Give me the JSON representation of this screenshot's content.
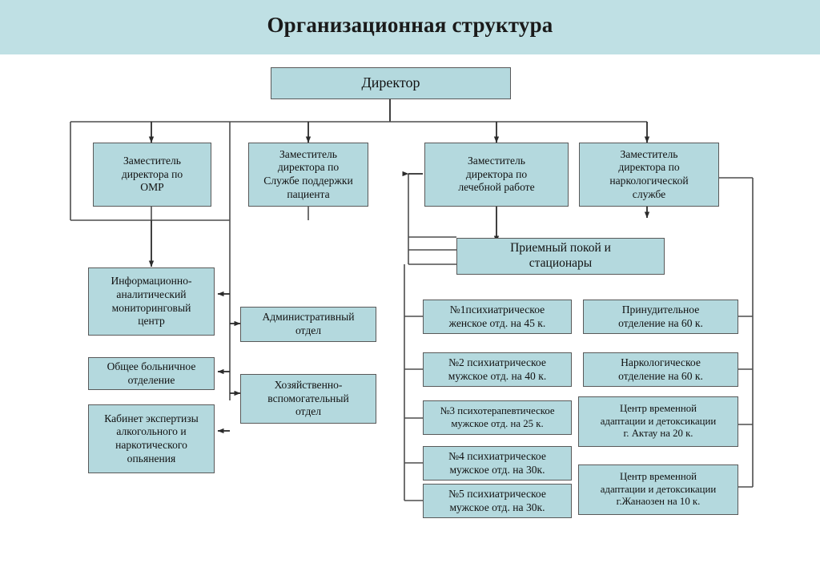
{
  "header": {
    "title": "Организационная структура",
    "banner_color": "#bfe0e4"
  },
  "theme": {
    "node_fill": "#b4d9de",
    "node_border": "#595959",
    "connector_color": "#4d4d4d",
    "text_color": "#111111"
  },
  "nodes": {
    "director": "Директор",
    "deputy_omr": "Заместитель\nдиректора по\nОМР",
    "deputy_patient_support": "Заместитель\nдиректора по\nСлужбе поддержки\nпациента",
    "deputy_medical": "Заместитель\nдиректора по\nлечебной работе",
    "deputy_narcology": "Заместитель\nдиректора по\nнаркологической\nслужбе",
    "info_center": "Информационно-\nаналитический\nмониторинговый\nцентр",
    "general_hospital": "Общее больничное\nотделение",
    "expertise_office": "Кабинет экспертизы\nалкогольного и\nнаркотического\nопьянения",
    "admin_dept": "Административный\nотдел",
    "support_dept": "Хозяйственно-\nвспомогательный\nотдел",
    "reception": "Приемный покой и\nстационары",
    "dept_1": "№1психиатрическое\nженское отд. на 45 к.",
    "dept_2": "№2 психиатрическое\nмужское отд. на 40 к.",
    "dept_3": "№3 психотерапевтическое\nмужское отд. на 25 к.",
    "dept_4": "№4 психиатрическое\nмужское  отд. на 30к.",
    "dept_5": "№5 психиатрическое\nмужское  отд. на 30к.",
    "compulsory": "Принудительное\nотделение на 60 к.",
    "narcology_dept": "Наркологическое\nотделение на 60 к.",
    "center_aktau": "Центр временной\nадаптации и детоксикации\nг. Актау на   20 к.",
    "center_zhanaozen": "Центр временной\nадаптации и детоксикации\nг.Жанаозен на  10 к."
  }
}
